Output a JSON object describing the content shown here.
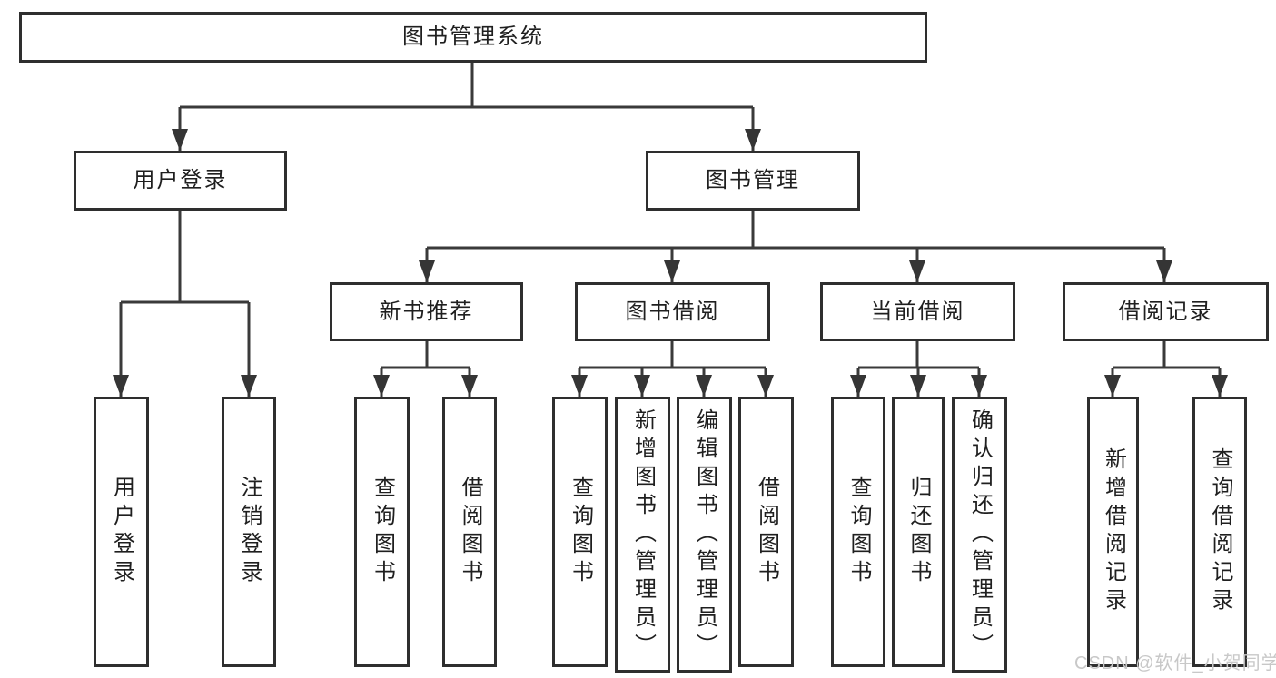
{
  "tree": {
    "label": "图书管理系统",
    "children": [
      {
        "label": "用户登录",
        "children": [
          {
            "label": "用户登录"
          },
          {
            "label": "注销登录"
          }
        ]
      },
      {
        "label": "图书管理",
        "children": [
          {
            "label": "新书推荐",
            "children": [
              {
                "label": "查询图书"
              },
              {
                "label": "借阅图书"
              }
            ]
          },
          {
            "label": "图书借阅",
            "children": [
              {
                "label": "查询图书"
              },
              {
                "label": "新增图书（管理员）"
              },
              {
                "label": "编辑图书（管理员）"
              },
              {
                "label": "借阅图书"
              }
            ]
          },
          {
            "label": "当前借阅",
            "children": [
              {
                "label": "查询图书"
              },
              {
                "label": "归还图书"
              },
              {
                "label": "确认归还（管理员）"
              }
            ]
          },
          {
            "label": "借阅记录",
            "children": [
              {
                "label": "新增借阅记录"
              },
              {
                "label": "查询借阅记录"
              }
            ]
          }
        ]
      }
    ]
  },
  "watermark": {
    "text": "CSDN @软件_小贺同学"
  },
  "colors": {
    "line": "#3a3a3a",
    "box_border": "#2e2e2e",
    "text": "#1f1f1f",
    "watermark": "#c8c8c8",
    "background": "#ffffff"
  }
}
